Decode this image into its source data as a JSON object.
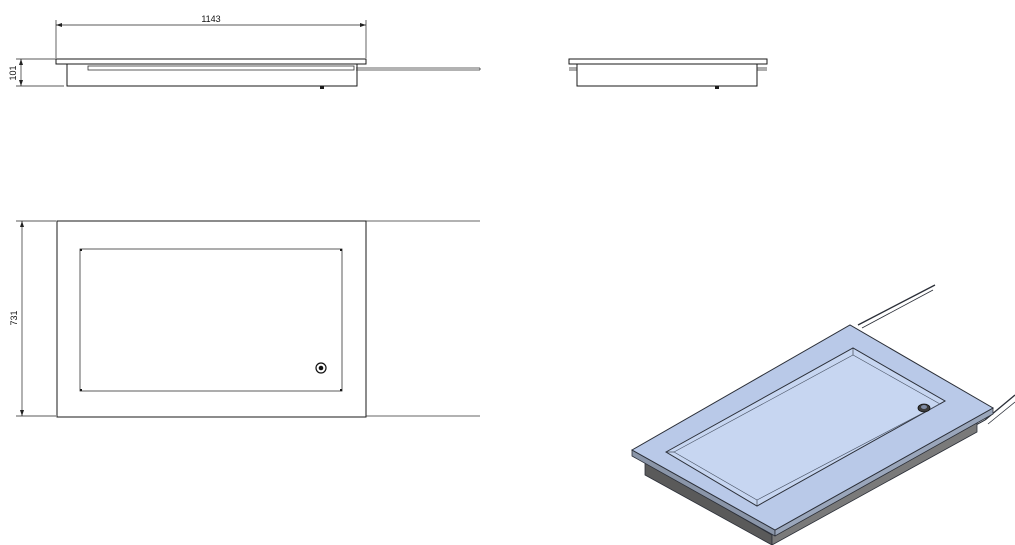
{
  "dimensions": {
    "width_label": "1143",
    "height_label": "101",
    "depth_label": "731"
  },
  "colors": {
    "line": "#1a1a1a",
    "iso_top": "#b9c9e8",
    "iso_top_edge": "#2b2f38",
    "iso_inner": "#c7d6f1",
    "iso_side": "#6a6a6a",
    "iso_dark": "#3b3b3b"
  },
  "views": [
    "front-view",
    "side-view",
    "top-view",
    "isometric-view"
  ]
}
